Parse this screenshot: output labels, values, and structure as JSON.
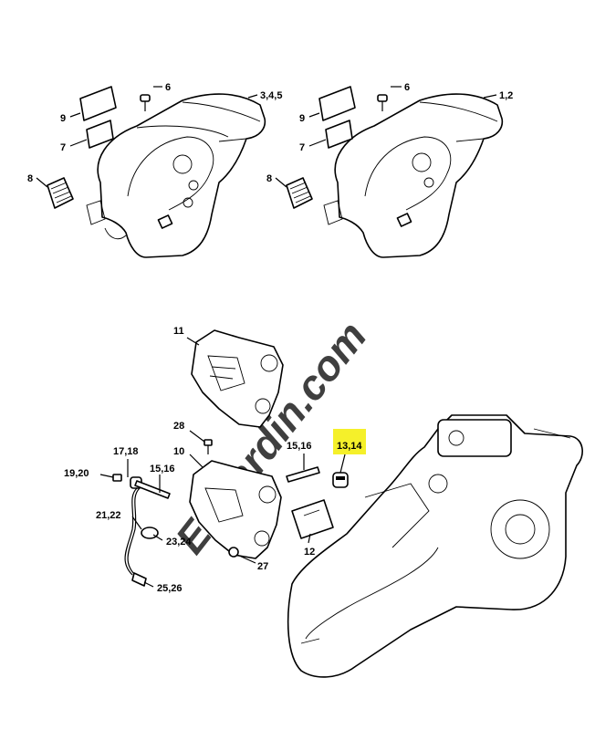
{
  "callouts": {
    "c_9a": "9",
    "c_6a": "6",
    "c_345": "3,4,5",
    "c_7a": "7",
    "c_8a": "8",
    "c_9b": "9",
    "c_6b": "6",
    "c_12": "1,2",
    "c_7b": "7",
    "c_8b": "8",
    "c_11": "11",
    "c_28": "28",
    "c_10": "10",
    "c_1718": "17,18",
    "c_1920": "19,20",
    "c_1516a": "15,16",
    "c_1516b": "15,16",
    "c_1314": "13,14",
    "c_2122": "21,22",
    "c_2324": "23,24",
    "c_27": "27",
    "c_12b": "12",
    "c_2526": "25,26"
  },
  "highlight_color": "#f5f02a",
  "watermark": {
    "text": "Ehtjardin.com",
    "color": "#c9dc9a"
  }
}
